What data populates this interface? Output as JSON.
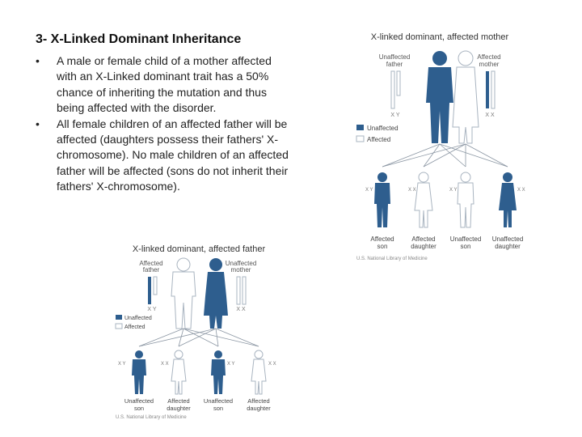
{
  "heading": "3- X-Linked Dominant Inheritance",
  "bullets": [
    "A male or female child of a mother affected with an X-Linked dominant trait has a 50% chance of inheriting the mutation and thus being affected with the disorder.",
    "All female children of an affected father will be affected (daughters possess their fathers' X-chromosome). No male children of an affected father will be affected (sons do not inherit their fathers' X-chromosome)."
  ],
  "bullet_glyph": "•",
  "colors": {
    "affected": "#2e5e8e",
    "unaffected": "#ffffff",
    "outline": "#a9b4c0",
    "lines": "#8b96a3"
  },
  "figure_mother": {
    "title": "X-linked dominant, affected mother",
    "father_label_1": "Unaffected",
    "father_label_2": "father",
    "mother_label_1": "Affected",
    "mother_label_2": "mother",
    "chrom_father": "X Y",
    "chrom_mother": "X X",
    "legend_unaffected": "Unaffected",
    "legend_affected": "Affected",
    "children": [
      {
        "status_1": "Affected",
        "status_2": "son",
        "chrom": "X Y"
      },
      {
        "status_1": "Affected",
        "status_2": "daughter",
        "chrom": "X X"
      },
      {
        "status_1": "Unaffected",
        "status_2": "son",
        "chrom": "X Y"
      },
      {
        "status_1": "Unaffected",
        "status_2": "daughter",
        "chrom": "X X"
      }
    ],
    "credit": "U.S. National Library of Medicine"
  },
  "figure_father": {
    "title": "X-linked dominant, affected father",
    "father_label_1": "Affected",
    "father_label_2": "father",
    "mother_label_1": "Unaffected",
    "mother_label_2": "mother",
    "chrom_father": "X Y",
    "chrom_mother": "X X",
    "legend_unaffected": "Unaffected",
    "legend_affected": "Affected",
    "children": [
      {
        "status_1": "Unaffected",
        "status_2": "son",
        "chrom": "X Y"
      },
      {
        "status_1": "Affected",
        "status_2": "daughter",
        "chrom": "X X"
      },
      {
        "status_1": "Unaffected",
        "status_2": "son",
        "chrom": "X Y"
      },
      {
        "status_1": "Affected",
        "status_2": "daughter",
        "chrom": "X X"
      }
    ],
    "credit": "U.S. National Library of Medicine"
  }
}
